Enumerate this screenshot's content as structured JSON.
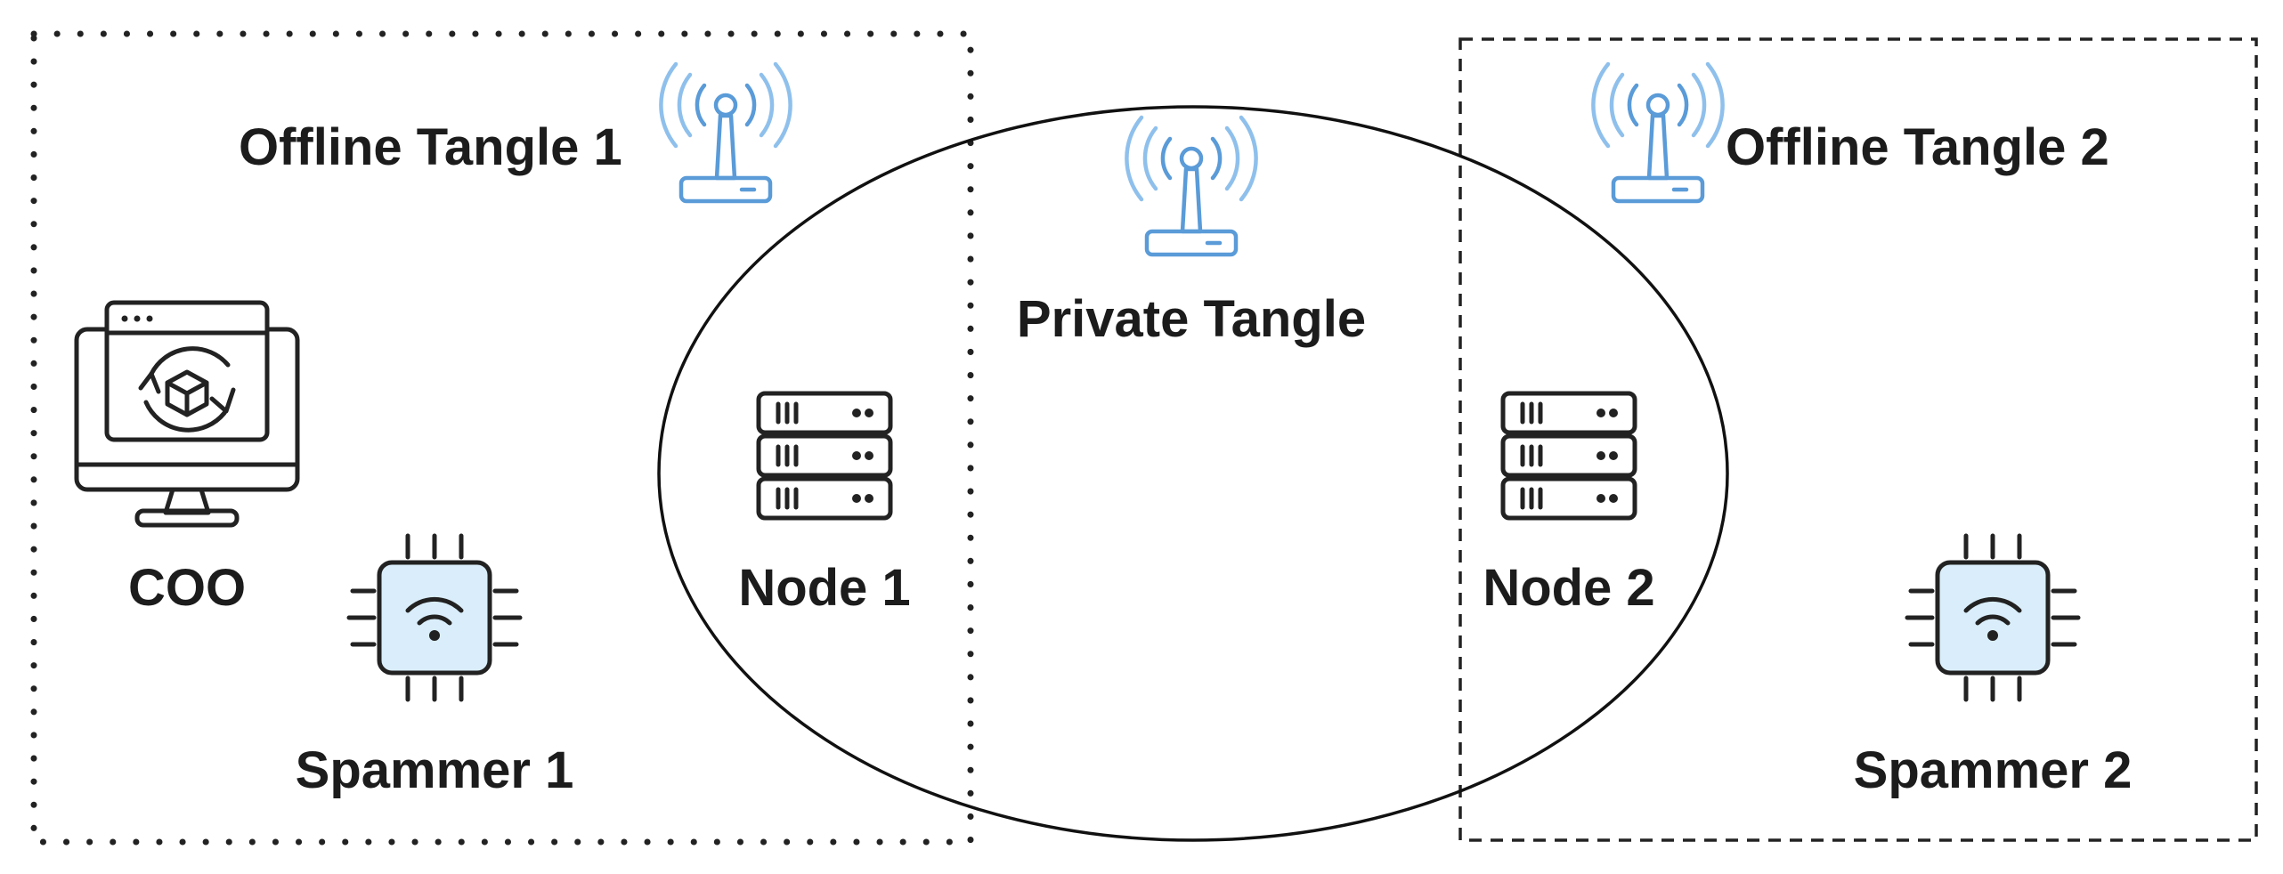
{
  "labels": {
    "offline_tangle_1": "Offline Tangle 1",
    "offline_tangle_2": "Offline Tangle 2",
    "private_tangle": "Private Tangle",
    "coo": "COO",
    "node_1": "Node 1",
    "node_2": "Node 2",
    "spammer_1": "Spammer 1",
    "spammer_2": "Spammer 2"
  },
  "icons": {
    "antenna": "antenna-tower-icon",
    "monitor": "coordinator-monitor-icon",
    "server": "server-rack-icon",
    "chip": "wifi-chip-icon"
  },
  "colors": {
    "antenna_primary": "#5a9bd8",
    "antenna_waves": "#8fc0ec",
    "chip_fill": "#d9eefa",
    "ink": "#222222"
  }
}
